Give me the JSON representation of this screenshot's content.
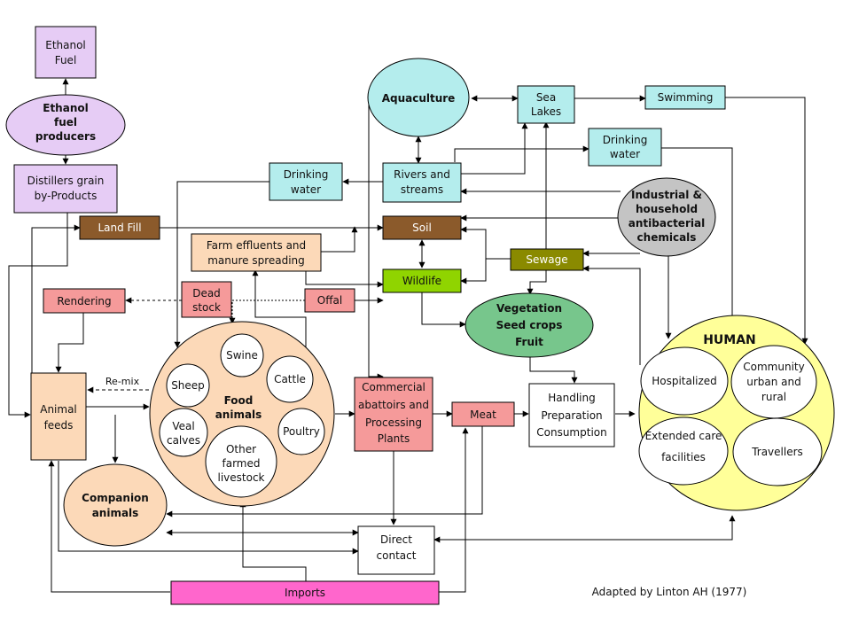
{
  "nodes": {
    "ethanol_fuel": [
      "Ethanol",
      "Fuel"
    ],
    "ethanol_producers": [
      "Ethanol",
      "fuel",
      "producers"
    ],
    "distillers": [
      "Distillers  grain",
      "by-Products"
    ],
    "land_fill": "Land Fill",
    "rendering": "Rendering",
    "animal_feeds": [
      "Animal",
      "feeds"
    ],
    "remix": "Re-mix",
    "companion": [
      "Companion",
      "animals"
    ],
    "farm_effluents": [
      "Farm effluents  and",
      "manure spreading"
    ],
    "dead_stock": [
      "Dead",
      "stock"
    ],
    "offal": "Offal",
    "food_animals": [
      "Food",
      "animals"
    ],
    "swine": "Swine",
    "sheep": "Sheep",
    "cattle": "Cattle",
    "veal": [
      "Veal",
      "calves"
    ],
    "poultry": "Poultry",
    "other_livestock": [
      "Other",
      "farmed",
      "livestock"
    ],
    "drinking_water_left": [
      "Drinking",
      "water"
    ],
    "aquaculture": "Aquaculture",
    "rivers": [
      "Rivers and",
      "streams"
    ],
    "soil": "Soil",
    "wildlife": "Wildlife",
    "sea_lakes": [
      "Sea",
      "Lakes"
    ],
    "swimming": "Swimming",
    "drinking_water_right": [
      "Drinking",
      "water"
    ],
    "industrial": [
      "Industrial &",
      "household",
      "antibacterial",
      "chemicals"
    ],
    "sewage": "Sewage",
    "vegetation": [
      "Vegetation",
      "Seed crops",
      "Fruit"
    ],
    "abattoirs": [
      "Commercial",
      "abattoirs and",
      "Processing",
      "Plants"
    ],
    "meat": "Meat",
    "handling": [
      "Handling",
      "Preparation",
      "Consumption"
    ],
    "human": "HUMAN",
    "hospitalized": "Hospitalized",
    "community": [
      "Community",
      "urban and",
      "rural"
    ],
    "extended_care": [
      "Extended care",
      "facilities"
    ],
    "travellers": "Travellers",
    "direct_contact": [
      "Direct",
      "contact"
    ],
    "imports": "Imports"
  },
  "credit": "Adapted by Linton AH (1977)",
  "colors": {
    "lavender": "#e6ccf5",
    "brown": "#8b5a2b",
    "salmon": "#f59a9a",
    "peach": "#fcd9b8",
    "cyan": "#b4eded",
    "green": "#90d400",
    "olive": "#8a8a00",
    "vegetation": "#77c68c",
    "gray": "#c4c4c4",
    "yellow": "#ffff99",
    "magenta": "#ff66cc"
  }
}
